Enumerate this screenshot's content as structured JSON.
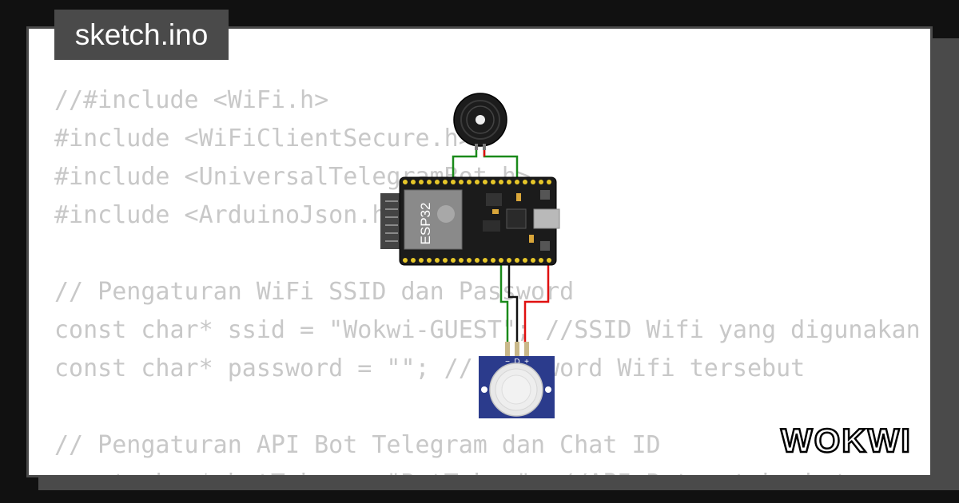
{
  "tab": {
    "filename": "sketch.ino"
  },
  "code": {
    "lines": [
      "//#include <WiFi.h>",
      "#include <WiFiClientSecure.h>",
      "#include <UniversalTelegramBot.h>",
      "#include <ArduinoJson.h>",
      "",
      "// Pengaturan WiFi SSID dan Password",
      "const char* ssid = \"Wokwi-GUEST\"; //SSID Wifi yang digunakan",
      "const char* password = \"\"; // Password Wifi tersebut",
      "",
      "// Pengaturan API Bot Telegram dan Chat ID",
      "const char* botToken = \"BotToken\"; //API Bot untuk chat"
    ]
  },
  "board": {
    "label": "ESP32"
  },
  "pir": {
    "pin_labels": [
      "−",
      "D",
      "+"
    ]
  },
  "logo": {
    "text": "WOKWI"
  },
  "colors": {
    "background": "#111111",
    "panel_gray": "#4a4a4a",
    "code_text": "#c8c8c8",
    "board": "#1b1b1b",
    "pin_gold": "#e6c629",
    "wire_green": "#1a8a1a",
    "wire_red": "#e01010",
    "pir_blue": "#2b3b8c"
  }
}
